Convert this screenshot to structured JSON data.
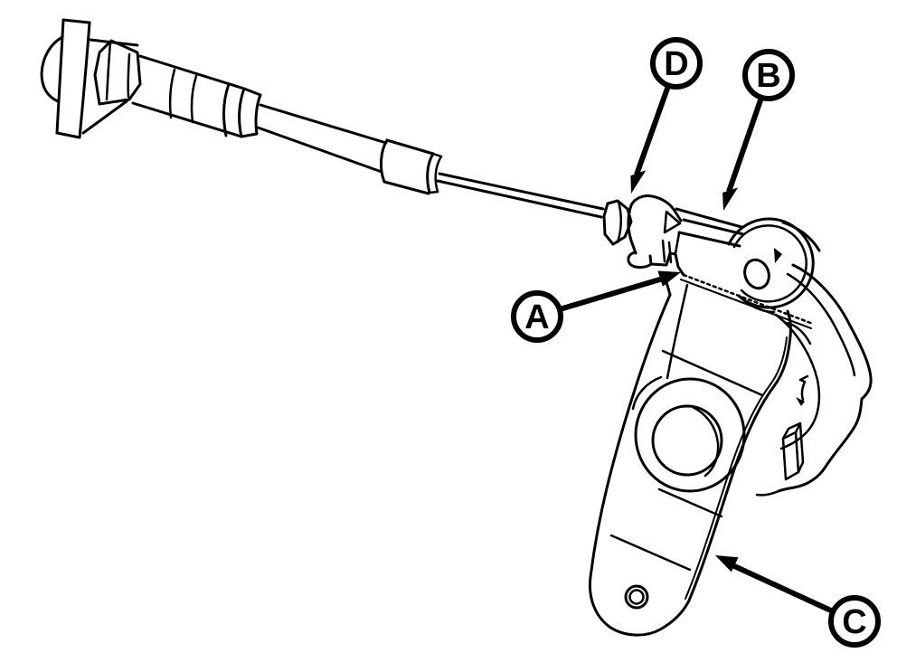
{
  "figure": {
    "background_color": "#ffffff",
    "line_color": "#000000",
    "callouts": [
      {
        "letter": "A"
      },
      {
        "letter": "B"
      },
      {
        "letter": "C"
      },
      {
        "letter": "D"
      }
    ]
  }
}
